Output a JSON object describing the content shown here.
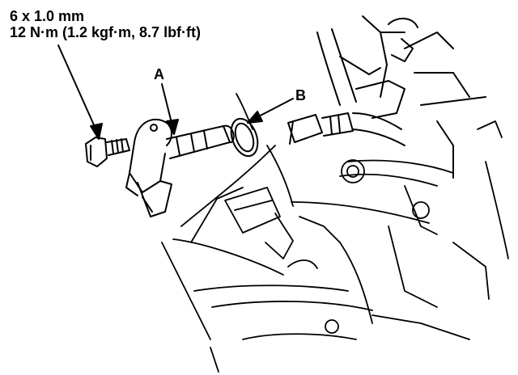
{
  "torque_spec": {
    "size": "6 x 1.0 mm",
    "torque": "12 N·m (1.2 kgf·m, 8.7 lbf·ft)"
  },
  "callouts": {
    "a": "A",
    "b": "B"
  }
}
